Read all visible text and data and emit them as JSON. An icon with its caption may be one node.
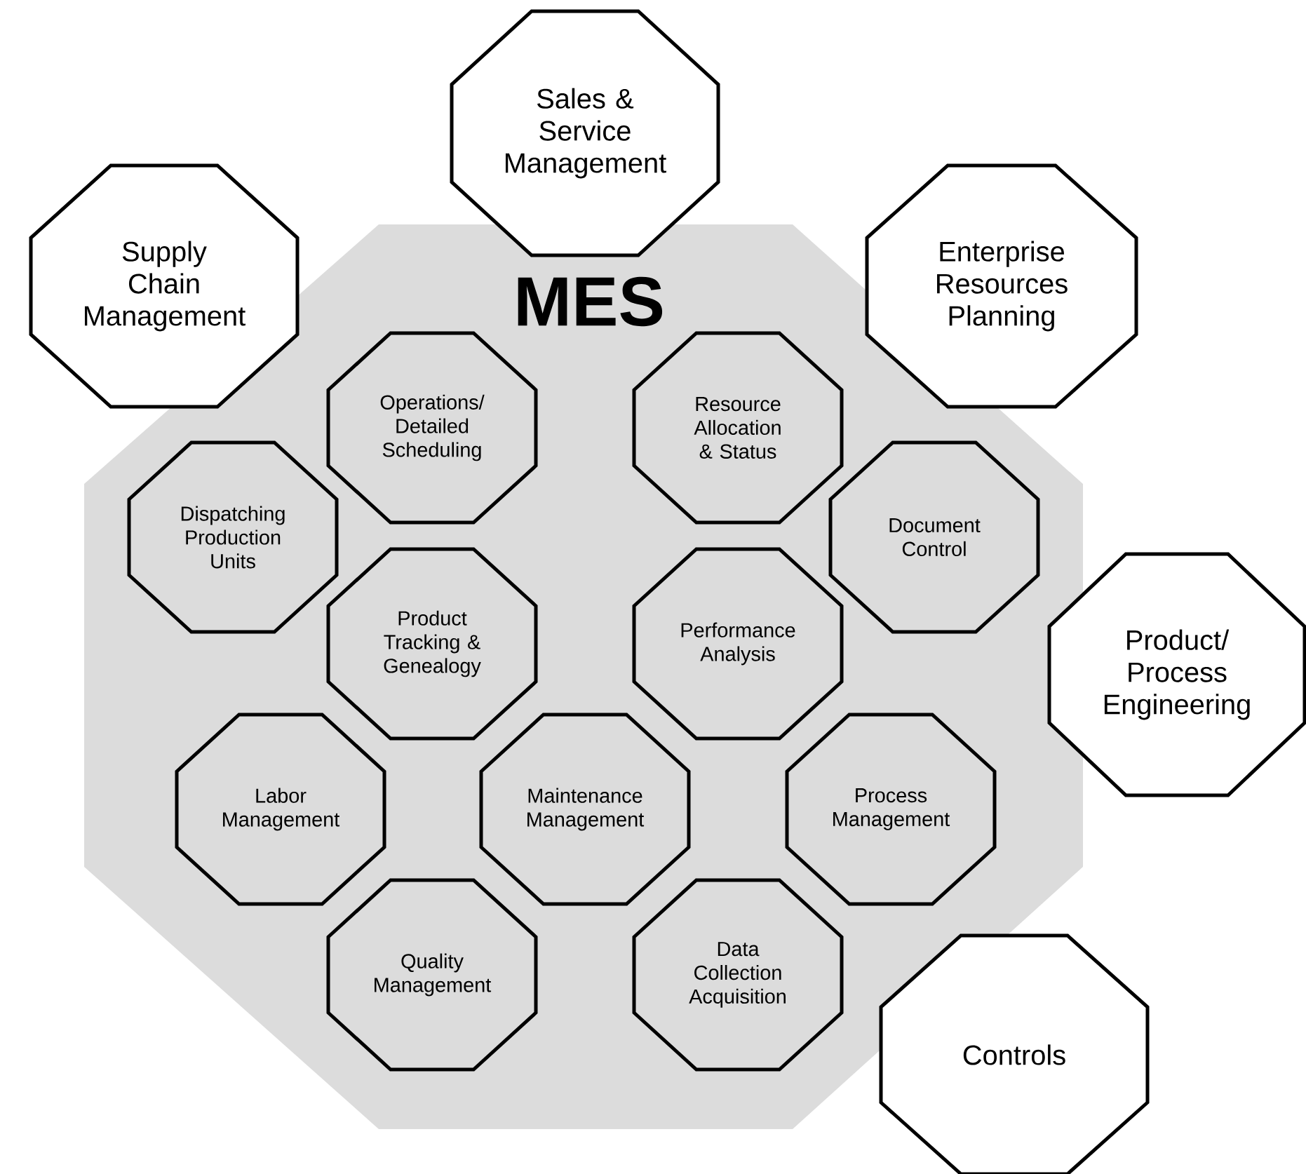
{
  "diagram": {
    "nodes": [
      {
        "text": [
          "Sales & Service Management"
        ]
      },
      {
        "text": [
          "Supply Chain Management"
        ]
      },
      {
        "text": [
          "Enterprise Resources Planning"
        ]
      },
      {
        "text": [
          "MES"
        ]
      },
      {
        "text": [
          "Operations/ Detailed Scheduling"
        ],
        "in": 3
      },
      {
        "text": [
          "Resource Allocation & Status"
        ],
        "in": 3
      },
      {
        "text": [
          "Dispatching Production Units"
        ],
        "in": 3
      },
      {
        "text": [
          "Document Control"
        ],
        "in": 3
      },
      {
        "text": [
          "Product Tracking & Genealogy"
        ],
        "in": 3
      },
      {
        "text": [
          "Performance Analysis"
        ],
        "in": 3
      },
      {
        "text": [
          "Labor Management"
        ],
        "in": 3
      },
      {
        "text": [
          "Maintenance Management"
        ],
        "in": 3
      },
      {
        "text": [
          "Process Management"
        ],
        "in": 3
      },
      {
        "text": [
          "Quality Management"
        ],
        "in": 3
      },
      {
        "text": [
          "Data Collection Acquisition"
        ],
        "in": 3
      },
      {
        "text": [
          "Product/ Process Engineering"
        ]
      },
      {
        "text": [
          "Controls"
        ]
      }
    ]
  }
}
